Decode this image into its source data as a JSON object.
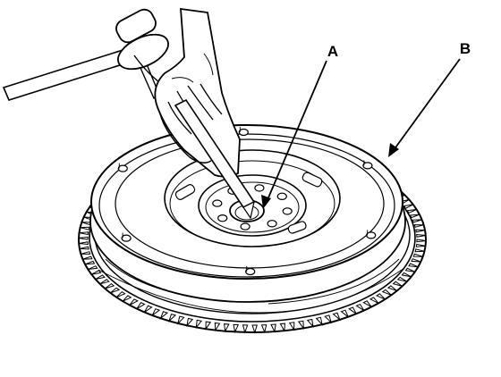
{
  "callouts": {
    "a": "A",
    "b": "B"
  },
  "colors": {
    "ink": "#000000",
    "paper": "#ffffff"
  },
  "parts": {
    "ring_gear_teeth": 110,
    "bolt_holes": 8,
    "outer_dowels": 6
  }
}
